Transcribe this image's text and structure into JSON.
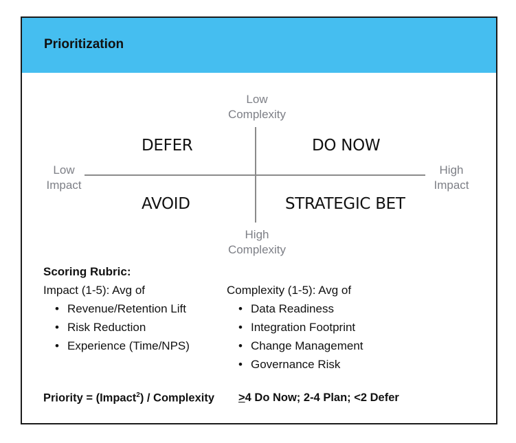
{
  "header": {
    "title": "Prioritization",
    "color": "#45BEF0"
  },
  "matrix": {
    "axes": {
      "top": [
        "Low",
        "Complexity"
      ],
      "bottom": [
        "High",
        "Complexity"
      ],
      "left": [
        "Low",
        "Impact"
      ],
      "right": [
        "High",
        "Impact"
      ]
    },
    "quadrants": {
      "top_left": "DEFER",
      "top_right": "DO NOW",
      "bottom_left": "AVOID",
      "bottom_right": "STRATEGIC BET"
    }
  },
  "rubric": {
    "title": "Scoring Rubric:",
    "impact": {
      "heading": "Impact (1-5): Avg of",
      "items": [
        "Revenue/Retention Lift",
        "Risk Reduction",
        "Experience (Time/NPS)"
      ]
    },
    "complexity": {
      "heading": "Complexity (1-5): Avg of",
      "items": [
        "Data Readiness",
        "Integration Footprint",
        "Change Management",
        "Governance Risk"
      ]
    },
    "bullet": "•"
  },
  "footer": {
    "formula_prefix": "Priority = (Impact",
    "formula_sup": "2",
    "formula_suffix": ") / Complexity",
    "threshold_symbol": ">",
    "threshold_text": "4 Do Now; 2-4 Plan; <2 Defer"
  }
}
